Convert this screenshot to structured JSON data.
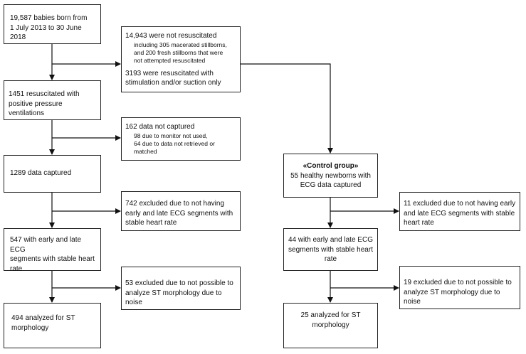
{
  "left_column": {
    "births": {
      "line1": "19,587 babies born from",
      "line2": "1 July 2013 to 30 June 2018"
    },
    "resuscitated": {
      "line1": "1451 resuscitated with",
      "line2": "positive pressure ventilations"
    },
    "captured": {
      "text": "1289 data captured"
    },
    "segments": {
      "line1": "547 with early and late ECG",
      "line2": "segments with stable heart",
      "line3": "rate"
    },
    "analyzed": {
      "line1": "494 analyzed for ST",
      "line2": "morphology"
    }
  },
  "side_boxes": {
    "not_resuscitated": {
      "line1": "14,943 were not resuscitated",
      "sub1": "including 305 macerated stillborns,",
      "sub2": "and 200 fresh stillborns that were",
      "sub3": "not attempted resuscitated",
      "line2": "3193 were resuscitated with",
      "line3": "stimulation and/or suction only"
    },
    "not_captured": {
      "line1": "162 data not captured",
      "sub1": "98 due to monitor not used,",
      "sub2": "64 due to data not retrieved or",
      "sub3": "matched"
    },
    "excluded_segments": {
      "line1": "742 excluded due to not having",
      "line2": "early and late ECG segments with",
      "line3": "stable heart rate"
    },
    "excluded_noise": {
      "line1": "53 excluded due to not possible to",
      "line2": "analyze ST morphology due to noise"
    }
  },
  "control_column": {
    "group": {
      "title": "«Control group»",
      "line1": "55 healthy newborns with",
      "line2": "ECG data captured"
    },
    "segments": {
      "line1": "44 with early and late ECG",
      "line2": "segments with stable heart",
      "line3": "rate"
    },
    "analyzed": {
      "line1": "25 analyzed for ST",
      "line2": "morphology"
    }
  },
  "control_side": {
    "excluded_segments": {
      "line1": "11 excluded due to not having early",
      "line2": "and late ECG segments with stable",
      "line3": "heart rate"
    },
    "excluded_noise": {
      "line1": "19 excluded due to not possible to",
      "line2": "analyze ST morphology due to noise"
    }
  }
}
